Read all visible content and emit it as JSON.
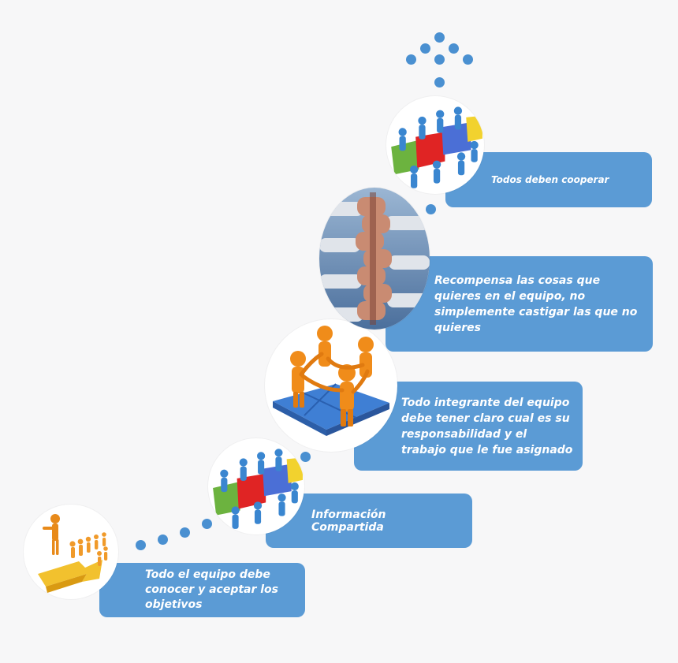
{
  "steps": [
    {
      "label": "Todo el equipo debe conocer y aceptar los objetivos",
      "icon": "leader-followers-arrow-icon"
    },
    {
      "label": "Información Compartida",
      "icon": "puzzle-team-icon"
    },
    {
      "label": "Todo integrante del equipo debe tener claro cual es su responsabilidad y el trabajo que le fue asignado",
      "icon": "team-circle-puzzle-icon"
    },
    {
      "label": "Recompensa las cosas que quieres en el equipo, no simplemente castigar las que no quieres",
      "icon": "stacked-hands-icon"
    },
    {
      "label": "Todos deben cooperar",
      "icon": "puzzle-team-icon"
    }
  ],
  "colors": {
    "box": "#5b9bd5",
    "dots": "#4a90d1",
    "text": "#ffffff"
  }
}
